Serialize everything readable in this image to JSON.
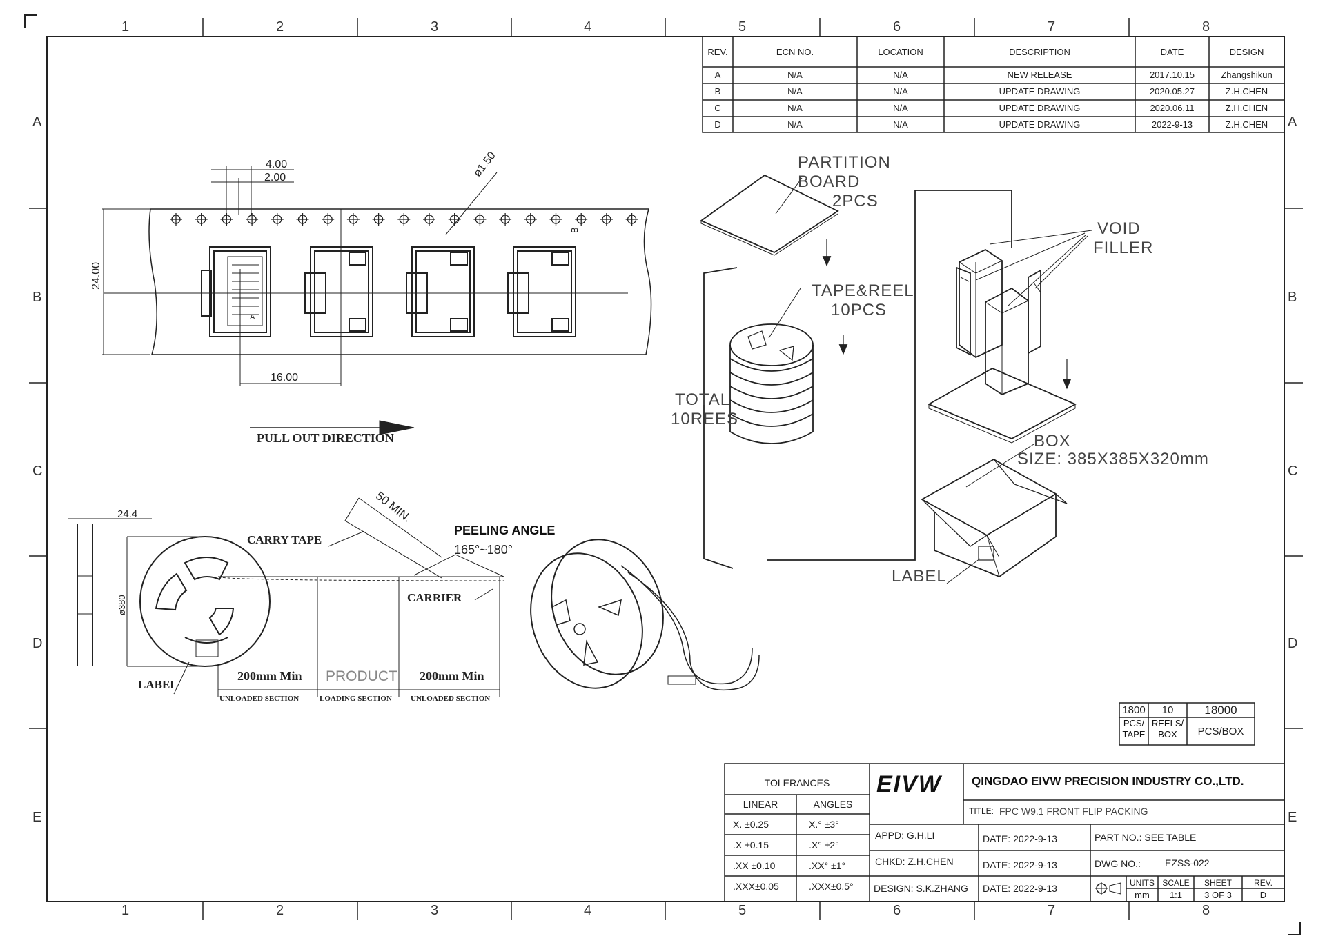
{
  "zones": {
    "columns": [
      "1",
      "2",
      "3",
      "4",
      "5",
      "6",
      "7",
      "8"
    ],
    "rows": [
      "A",
      "B",
      "C",
      "D",
      "E"
    ]
  },
  "revision_table": {
    "headers": [
      "REV.",
      "ECN NO.",
      "LOCATION",
      "DESCRIPTION",
      "DATE",
      "DESIGN"
    ],
    "rows": [
      [
        "A",
        "N/A",
        "N/A",
        "NEW RELEASE",
        "2017.10.15",
        "Zhangshikun"
      ],
      [
        "B",
        "N/A",
        "N/A",
        "UPDATE DRAWING",
        "2020.05.27",
        "Z.H.CHEN"
      ],
      [
        "C",
        "N/A",
        "N/A",
        "UPDATE DRAWING",
        "2020.06.11",
        "Z.H.CHEN"
      ],
      [
        "D",
        "N/A",
        "N/A",
        "UPDATE DRAWING",
        "2022-9-13",
        "Z.H.CHEN"
      ]
    ]
  },
  "tape_view": {
    "dim_pitch": "4.00",
    "dim_half": "2.00",
    "dim_hole": "ø1.50",
    "dim_width": "24.00",
    "dim_cavity": "16.00",
    "marker_a": "A",
    "marker_b": "B",
    "pull_out": "PULL OUT DIRECTION"
  },
  "reel_view": {
    "dim_thickness": "24.4",
    "dim_diameter": "ø380",
    "carry_tape": "CARRY TAPE",
    "min_length": "50 MIN.",
    "peeling_angle": "PEELING ANGLE",
    "peeling_value": "165°~180°",
    "carrier": "CARRIER",
    "label": "LABEL",
    "unloaded_len": "200mm Min",
    "product": "PRODUCT",
    "loaded_len": "200mm Min",
    "unloaded_section": "UNLOADED SECTION",
    "loading_section": "LOADING SECTION",
    "unloaded_section_2": "UNLOADED SECTION"
  },
  "packing_view": {
    "partition": "PARTITION",
    "board": "BOARD",
    "board_qty": "2PCS",
    "tape_reel": "TAPE&REEL",
    "tape_reel_qty": "10PCS",
    "total": "TOTAL",
    "total_qty": "10REES",
    "void": "VOID",
    "filler": "FILLER",
    "box": "BOX",
    "box_size": "SIZE: 385X385X320mm",
    "label": "LABEL"
  },
  "qty_table": {
    "values": [
      "1800",
      "10",
      "18000"
    ],
    "labels": [
      "PCS/\nTAPE",
      "REELS/\nBOX",
      "PCS/BOX"
    ],
    "l1a": "PCS/",
    "l1b": "TAPE",
    "l2a": "REELS/",
    "l2b": "BOX",
    "l3": "PCS/BOX"
  },
  "title_block": {
    "tolerances": "TOLERANCES",
    "linear": "LINEAR",
    "angles": "ANGLES",
    "lin": [
      "X.   ±0.25",
      ".X   ±0.15",
      ".XX ±0.10",
      ".XXX±0.05"
    ],
    "ang": [
      "X.°   ±3°",
      ".X°  ±2°",
      ".XX° ±1°",
      ".XXX±0.5°"
    ],
    "logo": "EIVW",
    "company": "QINGDAO EIVW PRECISION INDUSTRY CO.,LTD.",
    "title_label": "TITLE:",
    "title_value": "FPC  W9.1  FRONT  FLIP  PACKING",
    "appd": "APPD:  G.H.LI",
    "chkd": "CHKD:   Z.H.CHEN",
    "design": "DESIGN: S.K.ZHANG",
    "date1": "DATE:  2022-9-13",
    "date2": "DATE:  2022-9-13",
    "date3": "DATE:  2022-9-13",
    "part_no": "PART NO.:  SEE TABLE",
    "dwg_no_label": "DWG NO.:",
    "dwg_no": "EZSS-022",
    "units_label": "UNITS",
    "units": "mm",
    "scale_label": "SCALE",
    "scale": "1:1",
    "sheet_label": "SHEET",
    "sheet": "3 OF 3",
    "rev_label": "REV.",
    "rev": "D"
  },
  "colors": {
    "line": "#222222",
    "paper": "#ffffff",
    "text": "#333333"
  }
}
